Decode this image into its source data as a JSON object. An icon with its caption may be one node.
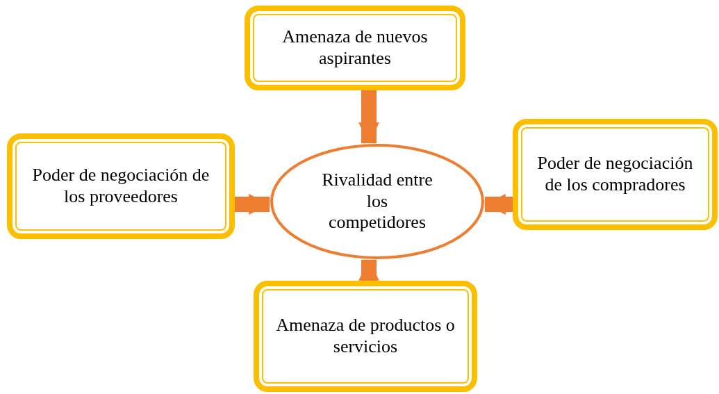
{
  "diagram": {
    "nodes": [
      {
        "text": [
          "Amenaza de nuevos aspirantes"
        ]
      },
      {
        "text": [
          "Poder de negociación de los proveedores"
        ]
      },
      {
        "text": [
          "Rivalidad entre los competidores"
        ]
      },
      {
        "text": [
          "Poder de negociación de los compradores"
        ]
      },
      {
        "text": [
          "Amenaza de productos o servicios"
        ]
      }
    ],
    "edges": [
      {
        "from": 0,
        "to": 2,
        "arrow": "to"
      },
      {
        "from": 1,
        "to": 2,
        "arrow": "to"
      },
      {
        "from": 3,
        "to": 2,
        "arrow": "to"
      },
      {
        "from": 4,
        "to": 2,
        "arrow": "to"
      }
    ]
  }
}
